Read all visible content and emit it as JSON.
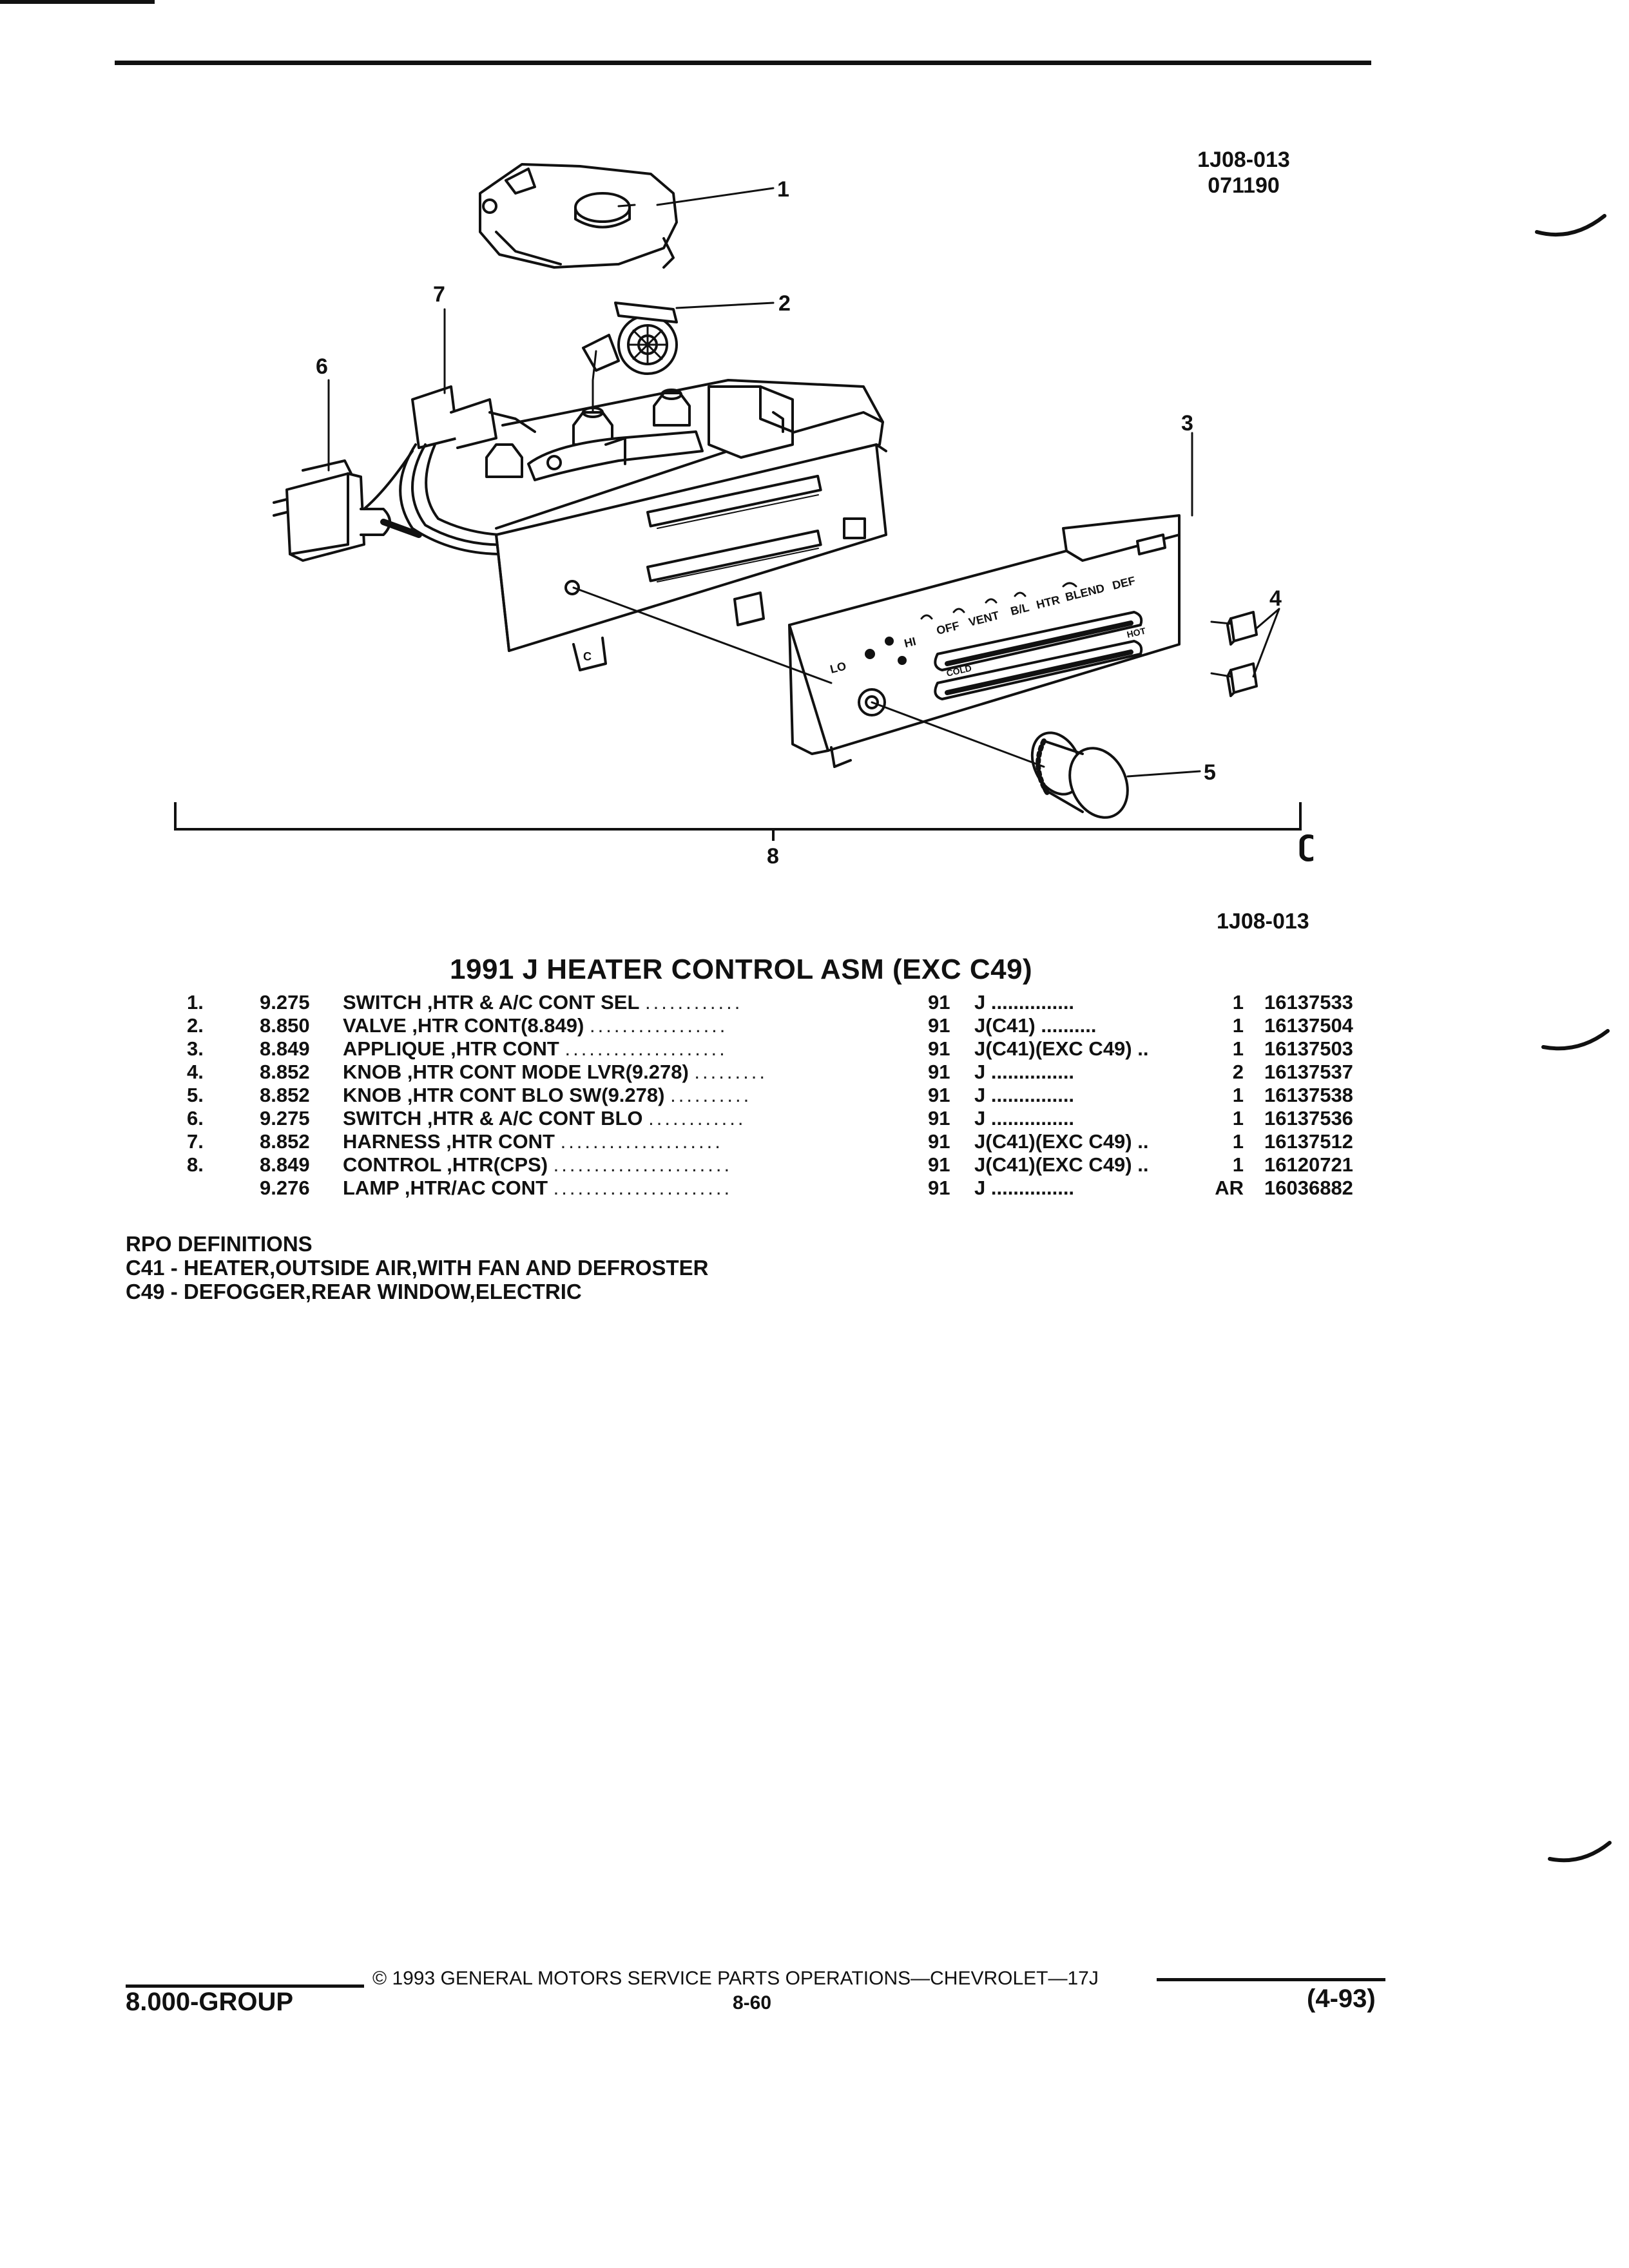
{
  "header": {
    "code_line1": "1J08-013",
    "code_line2": "071190"
  },
  "diagram": {
    "callouts": [
      "1",
      "2",
      "3",
      "4",
      "5",
      "6",
      "7",
      "8"
    ],
    "panel_text": {
      "lo": "LO",
      "hi": "HI",
      "off": "OFF",
      "vent": "VENT",
      "bi": "B/L",
      "htr": "HTR",
      "blend": "BLEND",
      "def": "DEF",
      "cold": "COLD",
      "hot": "HOT",
      "tab_c": "C"
    },
    "logo_glyph": "ʗ"
  },
  "figure_code": "1J08-013",
  "title": "1991 J HEATER CONTROL ASM (EXC C49)",
  "parts": [
    {
      "idx": "1.",
      "section": "9.275",
      "desc": "SWITCH ,HTR & A/C CONT SEL",
      "dots": "............",
      "year": "91",
      "series": "J ...............",
      "qty": "1",
      "part": "16137533"
    },
    {
      "idx": "2.",
      "section": "8.850",
      "desc": "VALVE ,HTR CONT(8.849)",
      "dots": ".................",
      "year": "91",
      "series": "J(C41) ..........",
      "qty": "1",
      "part": "16137504"
    },
    {
      "idx": "3.",
      "section": "8.849",
      "desc": "APPLIQUE ,HTR CONT",
      "dots": "....................",
      "year": "91",
      "series": "J(C41)(EXC C49) ..",
      "qty": "1",
      "part": "16137503"
    },
    {
      "idx": "4.",
      "section": "8.852",
      "desc": "KNOB ,HTR CONT MODE LVR(9.278)",
      "dots": ".........",
      "year": "91",
      "series": "J ...............",
      "qty": "2",
      "part": "16137537"
    },
    {
      "idx": "5.",
      "section": "8.852",
      "desc": "KNOB ,HTR CONT BLO SW(9.278)",
      "dots": "..........",
      "year": "91",
      "series": "J ...............",
      "qty": "1",
      "part": "16137538"
    },
    {
      "idx": "6.",
      "section": "9.275",
      "desc": "SWITCH ,HTR & A/C CONT BLO",
      "dots": "............",
      "year": "91",
      "series": "J ...............",
      "qty": "1",
      "part": "16137536"
    },
    {
      "idx": "7.",
      "section": "8.852",
      "desc": "HARNESS ,HTR CONT",
      "dots": "....................",
      "year": "91",
      "series": "J(C41)(EXC C49) ..",
      "qty": "1",
      "part": "16137512"
    },
    {
      "idx": "8.",
      "section": "8.849",
      "desc": "CONTROL ,HTR(CPS)",
      "dots": "......................",
      "year": "91",
      "series": "J(C41)(EXC C49) ..",
      "qty": "1",
      "part": "16120721"
    },
    {
      "idx": "",
      "section": "9.276",
      "desc": "LAMP ,HTR/AC CONT",
      "dots": "......................",
      "year": "91",
      "series": "J ...............",
      "qty": "AR",
      "part": "16036882"
    }
  ],
  "rpo": {
    "heading": "RPO DEFINITIONS",
    "line1": "C41 - HEATER,OUTSIDE AIR,WITH FAN AND DEFROSTER",
    "line2": "C49 - DEFOGGER,REAR WINDOW,ELECTRIC"
  },
  "footer": {
    "copyright": "© 1993 GENERAL MOTORS SERVICE PARTS OPERATIONS—CHEVROLET—17J",
    "page": "8-60",
    "group": "8.000-GROUP",
    "date": "(4-93)"
  }
}
